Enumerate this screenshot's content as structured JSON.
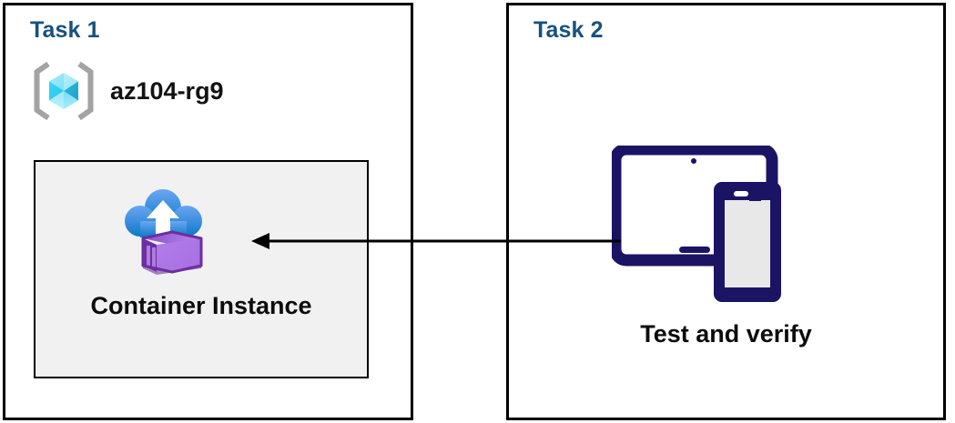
{
  "diagram": {
    "title": "Azure task diagram",
    "background": "#ffffff",
    "panels": [
      {
        "id": "task1",
        "title": "Task 1",
        "title_color": "#17517e",
        "border_color": "#000000",
        "resource_group": {
          "icon": "resource-group-cube-icon",
          "label": "az104-rg9",
          "label_color": "#121212"
        },
        "card": {
          "icon": "container-instance-icon",
          "label": "Container Instance",
          "fill": "#f1f1f1",
          "border_color": "#000000"
        }
      },
      {
        "id": "task2",
        "title": "Task 2",
        "title_color": "#17517e",
        "border_color": "#000000",
        "device": {
          "icon": "tablet-and-phone-icon",
          "label": "Test and verify",
          "icon_color": "#1b1464",
          "screen_fill": "#e8e8e8"
        }
      }
    ],
    "connector": {
      "name": "arrow-task2-to-task1",
      "direction": "right-to-left",
      "color": "#000000",
      "from": "Test and verify",
      "to": "Container Instance"
    },
    "palette": {
      "task_title_blue": "#17517e",
      "cube_cyan_light": "#9ce9fa",
      "cube_cyan": "#32d4f5",
      "cube_teal": "#1fa4c4",
      "bracket_gray": "#a3a3a3",
      "cloud_blue_top": "#5ea0ef",
      "cloud_blue_bottom": "#0f7ac8",
      "container_purple_light": "#b07ee8",
      "container_purple_dark": "#6b2fa0",
      "device_navy": "#1b1464",
      "card_gray": "#f1f1f1"
    }
  }
}
